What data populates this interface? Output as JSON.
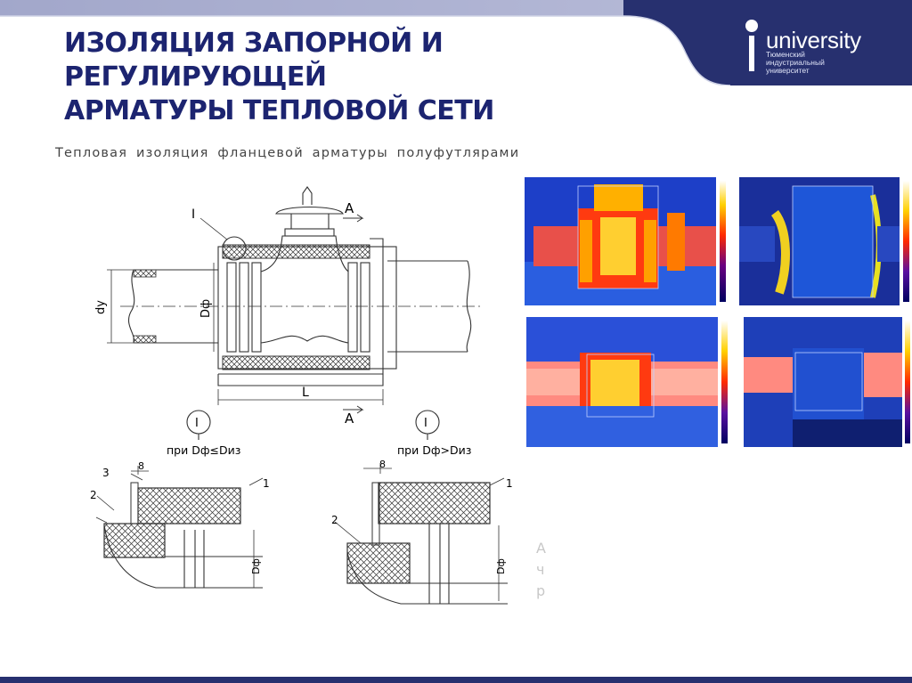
{
  "header": {
    "title_line1": "ИЗОЛЯЦИЯ ЗАПОРНОЙ И РЕГУЛИРУЮЩЕЙ",
    "title_line2": "АРМАТУРЫ ТЕПЛОВОЙ СЕТИ",
    "band_color": "#27306f",
    "logo": {
      "word": "university",
      "sub_line1": "Тюменский",
      "sub_line2": "индустриальный",
      "sub_line3": "университет"
    }
  },
  "drawing": {
    "subtitle": "Тепловая изоляция фланцевой арматуры полуфутлярами",
    "labels": {
      "detail_mark": "I",
      "section_A_top": "А",
      "section_A_bottom": "А",
      "dy": "dy",
      "df": "Dф",
      "length": "L"
    },
    "detail_left": {
      "mark": "I",
      "caption": "при Dф≤Dиз",
      "dim": "8",
      "callout_1": "1",
      "callout_2": "2",
      "callout_3": "3",
      "df": "Dф"
    },
    "detail_right": {
      "mark": "I",
      "caption": "при Dф>Dиз",
      "dim": "8",
      "callout_1": "1",
      "callout_2": "2",
      "df": "Dф"
    }
  },
  "cut_text": [
    "А",
    "ч",
    "р"
  ],
  "thermal_images": [
    {
      "name": "thermal-valve-hot",
      "palette": "hot"
    },
    {
      "name": "thermal-valve-insulated",
      "palette": "cold"
    },
    {
      "name": "thermal-flange-hot",
      "palette": "hot"
    },
    {
      "name": "thermal-flange-insulated",
      "palette": "cold"
    }
  ],
  "colors": {
    "accent": "#27306f",
    "title": "#1c2470"
  }
}
